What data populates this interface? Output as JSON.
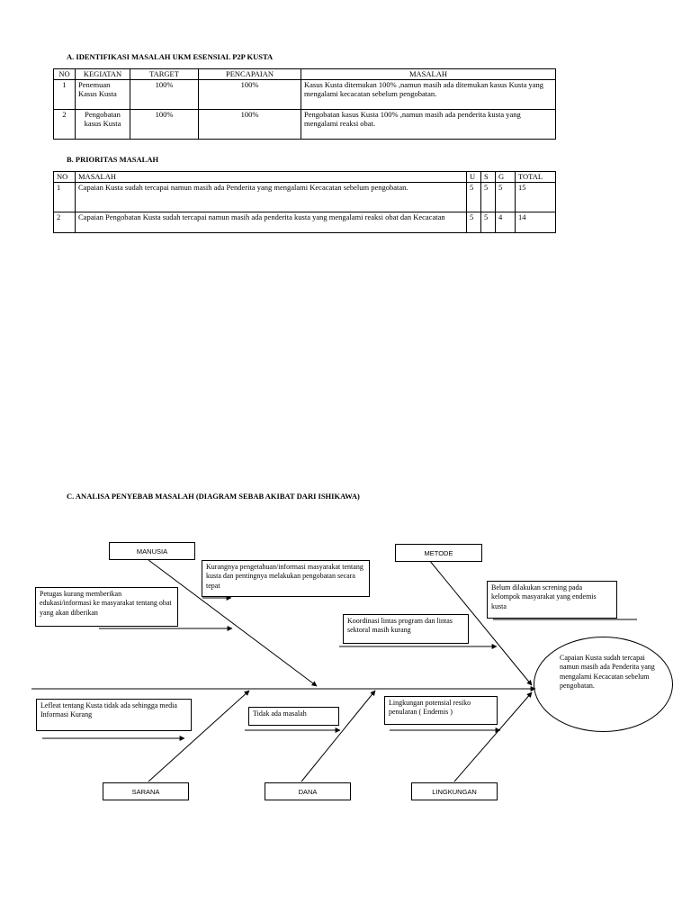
{
  "section_a": {
    "heading": "A.   IDENTIFIKASI MASALAH UKM ESENSIAL P2P KUSTA",
    "headers": [
      "NO",
      "KEGIATAN",
      "TARGET",
      "PENCAPAIAN",
      "MASALAH"
    ],
    "rows": [
      {
        "no": "1",
        "kegiatan": "Penemuan Kasus Kusta",
        "target": "100%",
        "pencapaian": "100%",
        "masalah": "Kasus Kusta ditemukan 100% ,namun masih ada ditemukan kasus Kusta yang mengalami kecacatan sebelum pengobatan."
      },
      {
        "no": "2",
        "kegiatan": "Pengobatan kasus Kusta",
        "target": "100%",
        "pencapaian": "100%",
        "masalah": "Pengobatan kasus Kusta 100% ,namun masih ada penderita kusta yang mengalami reaksi obat."
      }
    ]
  },
  "section_b": {
    "heading": "B.   PRIORITAS MASALAH",
    "headers": [
      "NO",
      "MASALAH",
      "U",
      "S",
      "G",
      "TOTAL"
    ],
    "rows": [
      {
        "no": "1",
        "masalah": "Capaian Kusta sudah tercapai namun masih ada Penderita yang mengalami Kecacatan sebelum pengobatan.",
        "u": "5",
        "s": "5",
        "g": "5",
        "total": "15"
      },
      {
        "no": "2",
        "masalah": "Capaian Pengobatan Kusta sudah tercapai namun masih ada penderita kusta yang mengalami reaksi obat dan Kecacatan",
        "u": "5",
        "s": "5",
        "g": "4",
        "total": "14"
      }
    ]
  },
  "section_c": {
    "heading": "C.   ANALISA PENYEBAB MASALAH (DIAGRAM SEBAB AKIBAT DARI ISHIKAWA)",
    "categories": {
      "manusia": "MANUSIA",
      "metode": "METODE",
      "sarana": "SARANA",
      "dana": "DANA",
      "lingkungan": "LINGKUNGAN"
    },
    "causes": {
      "manusia_1": "Kurangnya pengetahuan/informasi masyarakat tentang kusta dan pentingnya melakukan pengobatan secara tepat",
      "manusia_2": "Petugas kurang memberikan edukasi/informasi ke masyarakat tentang obat yang akan diberikan",
      "metode_1": "Belum dilakukan screning pada kelompok masyarakat yang endemis kusta",
      "metode_2": "Koordinasi lintas program dan lintas sektoral masih kurang",
      "sarana_1": "Lefleat tentang Kusta  tidak ada sehingga media Informasi Kurang",
      "dana_1": "Tidak ada masalah",
      "lingkungan_1": "Lingkungan potensial resiko penularan ( Endemis )"
    },
    "effect": "Capaian Kusta sudah tercapai namun masih ada Penderita yang mengalami Kecacatan sebelum pengobatan."
  }
}
